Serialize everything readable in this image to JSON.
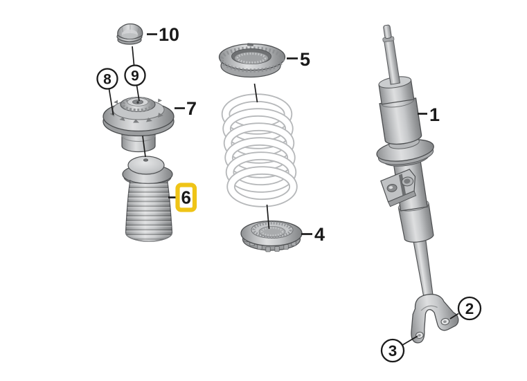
{
  "diagram": {
    "description": "Exploded parts diagram of a front suspension spring strut assembly with numbered callouts",
    "background": "#ffffff",
    "highlight_color": "#EFC417",
    "line_color": "#1a1a1a",
    "highlighted_callout": "6",
    "callouts": [
      {
        "label": "1",
        "style": "plain"
      },
      {
        "label": "2",
        "style": "circled"
      },
      {
        "label": "3",
        "style": "circled"
      },
      {
        "label": "4",
        "style": "plain"
      },
      {
        "label": "5",
        "style": "plain"
      },
      {
        "label": "6",
        "style": "highlighted"
      },
      {
        "label": "7",
        "style": "plain"
      },
      {
        "label": "8",
        "style": "circled"
      },
      {
        "label": "9",
        "style": "circled"
      },
      {
        "label": "10",
        "style": "plain"
      }
    ]
  }
}
